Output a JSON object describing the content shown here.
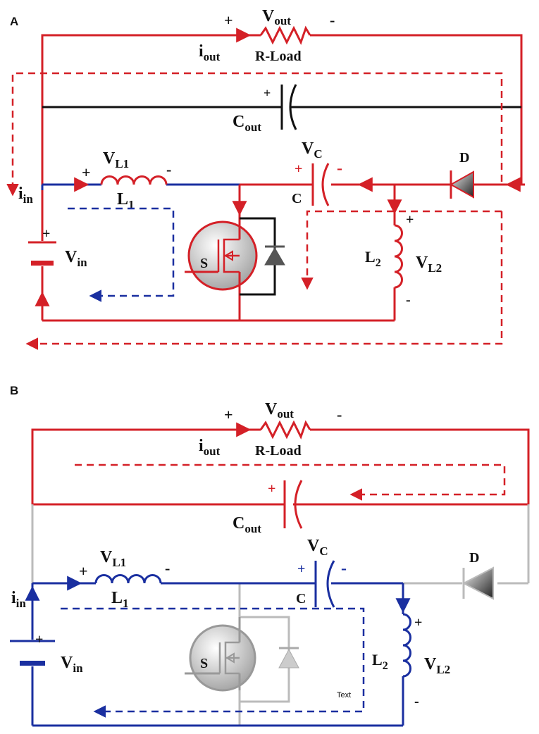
{
  "colors": {
    "red": "#d42027",
    "blue": "#1a2fa0",
    "black": "#111111",
    "gray": "#bbbbbb",
    "off_gray": "#999999"
  },
  "panels": [
    {
      "letter": "A",
      "labels": {
        "vout": "V",
        "vout_sub": "out",
        "iout": "i",
        "iout_sub": "out",
        "rload": "R-Load",
        "cout": "C",
        "cout_sub": "out",
        "vl1": "V",
        "vl1_sub": "L1",
        "l1": "L",
        "l1_sub": "1",
        "vc": "V",
        "vc_sub": "C",
        "c": "C",
        "d": "D",
        "iin": "i",
        "iin_sub": "in",
        "vin": "V",
        "vin_sub": "in",
        "s": "S",
        "l2": "L",
        "l2_sub": "2",
        "vl2": "V",
        "vl2_sub": "L2",
        "plus": "+",
        "minus": "-"
      }
    },
    {
      "letter": "B",
      "labels": {
        "vout": "V",
        "vout_sub": "out",
        "iout": "i",
        "iout_sub": "out",
        "rload": "R-Load",
        "cout": "C",
        "cout_sub": "out",
        "vl1": "V",
        "vl1_sub": "L1",
        "l1": "L",
        "l1_sub": "1",
        "vc": "V",
        "vc_sub": "C",
        "c": "C",
        "d": "D",
        "iin": "i",
        "iin_sub": "in",
        "vin": "V",
        "vin_sub": "in",
        "s": "S",
        "l2": "L",
        "l2_sub": "2",
        "vl2": "V",
        "vl2_sub": "L2",
        "text_note": "Text",
        "plus": "+",
        "minus": "-"
      }
    }
  ]
}
